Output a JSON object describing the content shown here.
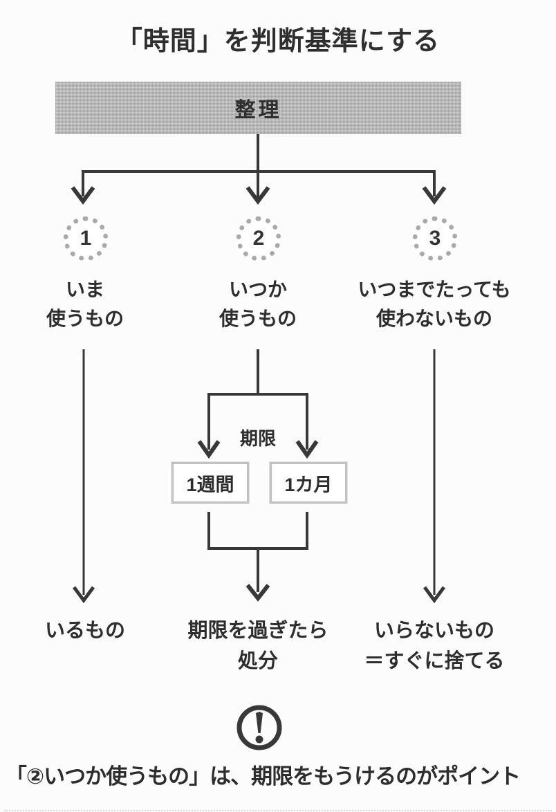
{
  "page": {
    "title": "「時間」を判断基準にする"
  },
  "flow": {
    "root": "整理",
    "branches": [
      {
        "number": "1",
        "label1": "いま",
        "label2": "使うもの",
        "result1": "いるもの",
        "result2": ""
      },
      {
        "number": "2",
        "label1": "いつか",
        "label2": "使うもの",
        "result1": "期限を過ぎたら",
        "result2": "処分"
      },
      {
        "number": "3",
        "label1": "いつまでたっても",
        "label2": "使わないもの",
        "result1": "いらないもの",
        "result2": "＝すぐに捨てる"
      }
    ],
    "deadline": {
      "label": "期限",
      "options": [
        "1週間",
        "1カ月"
      ]
    }
  },
  "note": {
    "icon": "exclamation-icon",
    "text": "「②いつか使うもの」は、期限をもうけるのがポイント"
  },
  "colors": {
    "line": "#383838",
    "text": "#2d2d2d",
    "root_box_fill": "#c5c5c5",
    "circle_border": "#a9a9a9",
    "background": "#fcfcfc"
  }
}
